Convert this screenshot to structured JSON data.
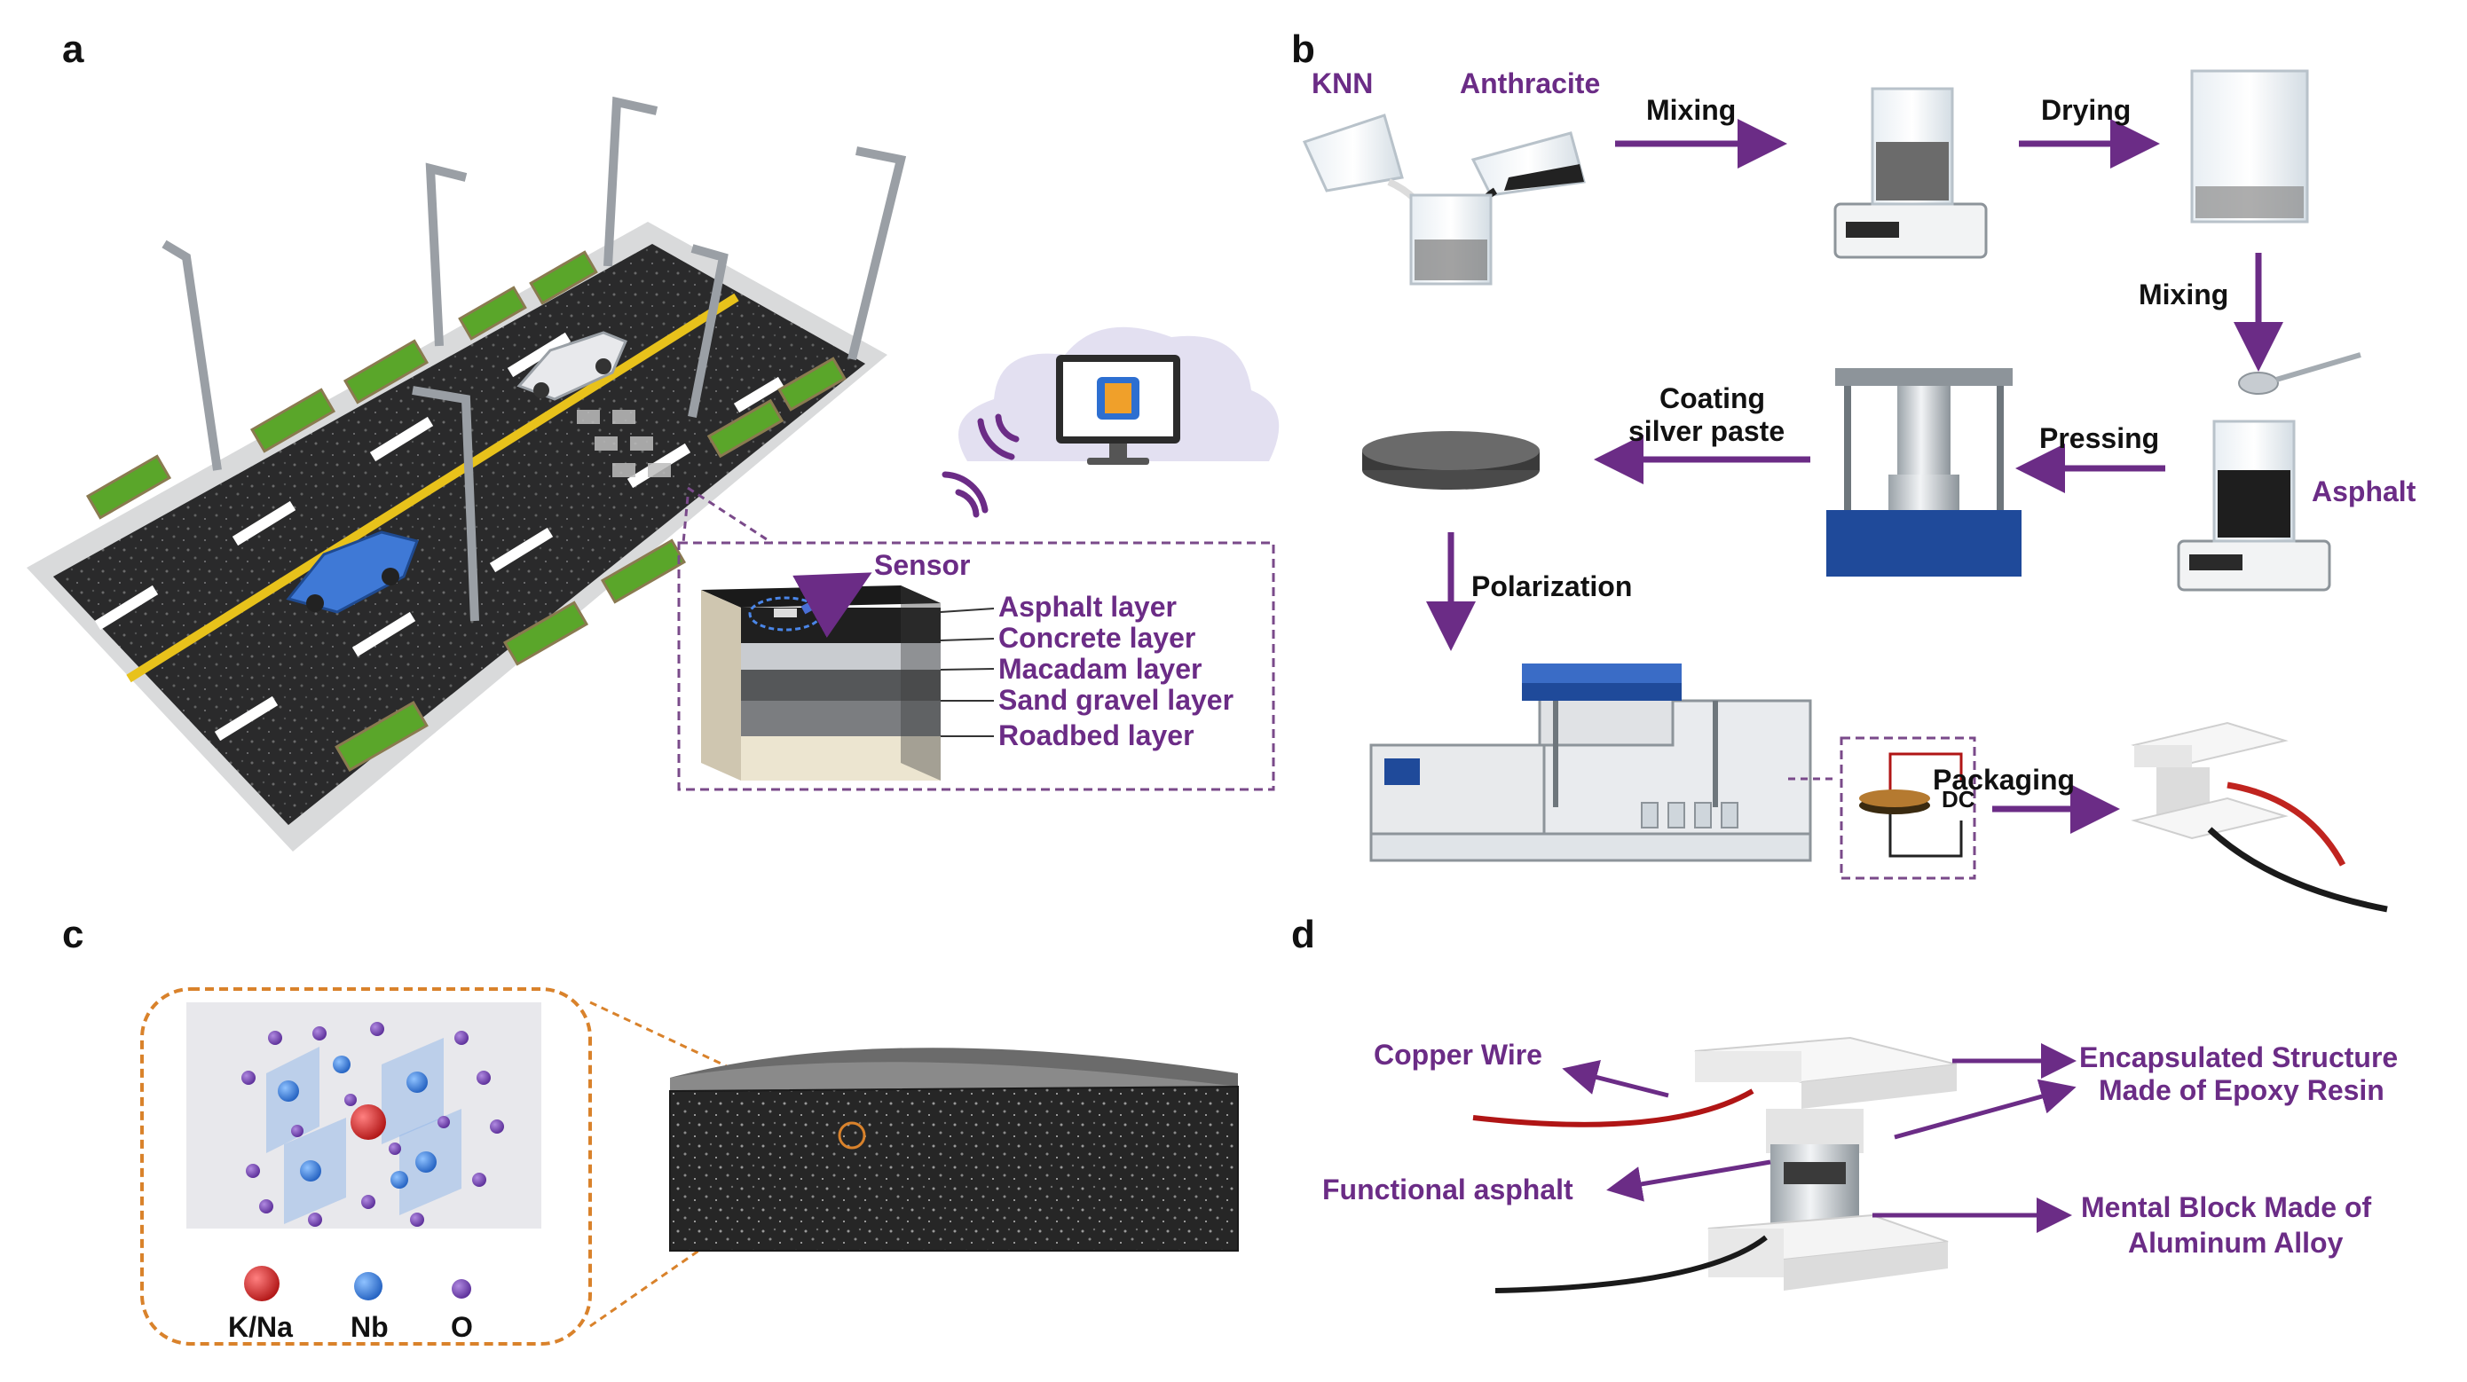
{
  "colors": {
    "accent": "#6b2c86",
    "dashed": "#7a4a8a",
    "orange": "#d9822b",
    "asphalt": "#2a2a2a",
    "yellow_line": "#e8c21b",
    "blue_car": "#3f79d6",
    "green_grass": "#5aa62a"
  },
  "panels": {
    "a": "a",
    "b": "b",
    "c": "c",
    "d": "d"
  },
  "a": {
    "sensor": "Sensor",
    "layers": [
      "Asphalt layer",
      "Concrete layer",
      "Macadam layer",
      "Sand gravel layer",
      "Roadbed layer"
    ]
  },
  "b": {
    "knn": "KNN",
    "anthracite": "Anthracite",
    "mixing1": "Mixing",
    "drying": "Drying",
    "mixing2": "Mixing",
    "asphalt": "Asphalt",
    "pressing": "Pressing",
    "coating_line1": "Coating",
    "coating_line2": "silver paste",
    "polarization": "Polarization",
    "dc": "DC",
    "packaging": "Packaging"
  },
  "c": {
    "legend": [
      "K/Na",
      "Nb",
      "O"
    ]
  },
  "d": {
    "copper_wire": "Copper Wire",
    "encapsulated_line1": "Encapsulated Structure",
    "encapsulated_line2": "Made of Epoxy Resin",
    "functional_asphalt": "Functional asphalt",
    "metal_line1": "Mental Block Made of",
    "metal_line2": "Aluminum Alloy"
  }
}
